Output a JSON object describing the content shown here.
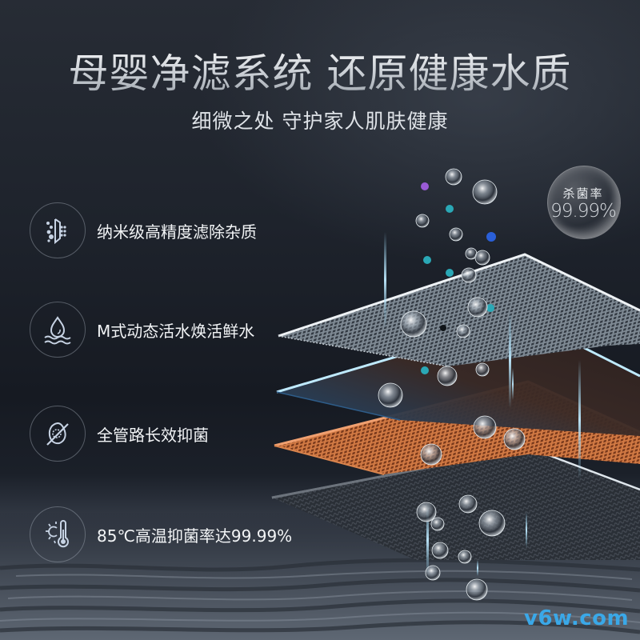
{
  "header": {
    "headline": "母婴净滤系统 还原健康水质",
    "subheadline": "细微之处 守护家人肌肤健康"
  },
  "features": [
    {
      "icon": "nano-filter-icon",
      "label": "纳米级高精度滤除杂质"
    },
    {
      "icon": "water-drop-waves-icon",
      "label": "M式动态活水焕活鲜水"
    },
    {
      "icon": "no-bacteria-icon",
      "label": "全管路长效抑菌"
    },
    {
      "icon": "sun-thermometer-icon",
      "label": "85℃高温抑菌率达99.99%"
    }
  ],
  "badge": {
    "title": "杀菌率",
    "value": "99.99%"
  },
  "filter_layers": [
    {
      "name": "grey-mesh-layer",
      "color": "#9aa6b0"
    },
    {
      "name": "blue-glass-layer",
      "color": "#7fc4e6"
    },
    {
      "name": "copper-mesh-layer",
      "color": "#d7793f"
    },
    {
      "name": "carbon-layer",
      "color": "#3b4048"
    }
  ],
  "colors": {
    "background": "#1e232c",
    "text": "#f2f4f6",
    "accent_blue": "#8fd3f0",
    "copper": "#d7793f",
    "watermark": "#3aa8e8"
  },
  "watermark": "v6w.com"
}
